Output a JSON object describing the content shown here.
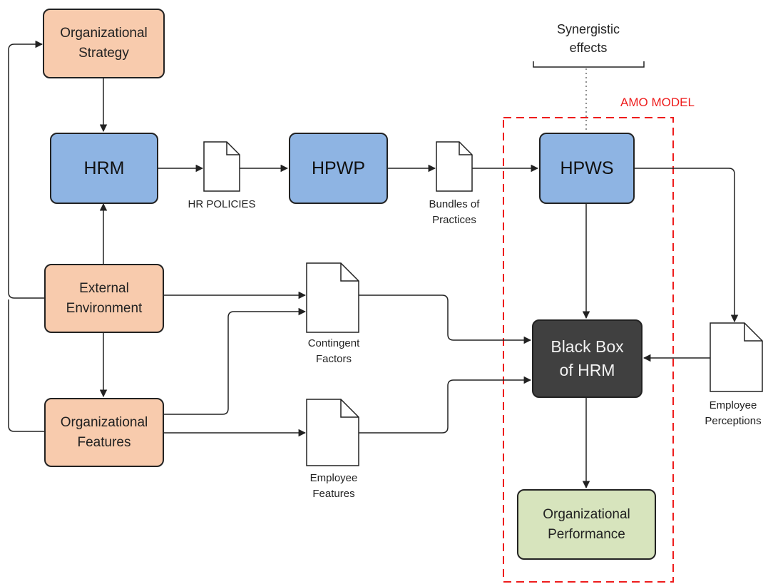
{
  "boxes": {
    "org_strategy": [
      "Organizational",
      "Strategy"
    ],
    "hrm": "HRM",
    "hpwp": "HPWP",
    "hpws": "HPWS",
    "external_env": [
      "External",
      "Environment"
    ],
    "org_features": [
      "Organizational",
      "Features"
    ],
    "black_box": [
      "Black Box",
      "of HRM"
    ],
    "org_performance": [
      "Organizational",
      "Performance"
    ]
  },
  "documents": {
    "hr_policies": [
      "HR POLICIES"
    ],
    "bundles": [
      "Bundles of",
      "Practices"
    ],
    "contingent": [
      "Contingent",
      "Factors"
    ],
    "employee_features": [
      "Employee",
      "Features"
    ],
    "employee_perceptions": [
      "Employee",
      "Perceptions"
    ]
  },
  "annotations": {
    "synergistic": [
      "Synergistic",
      "effects"
    ],
    "amo_model": "AMO MODEL"
  },
  "colors": {
    "orange_box": "#f8cbad",
    "blue_box": "#8eb4e3",
    "dark_box": "#404040",
    "green_box": "#d7e4bd",
    "amo_border": "#ee1c1c"
  }
}
